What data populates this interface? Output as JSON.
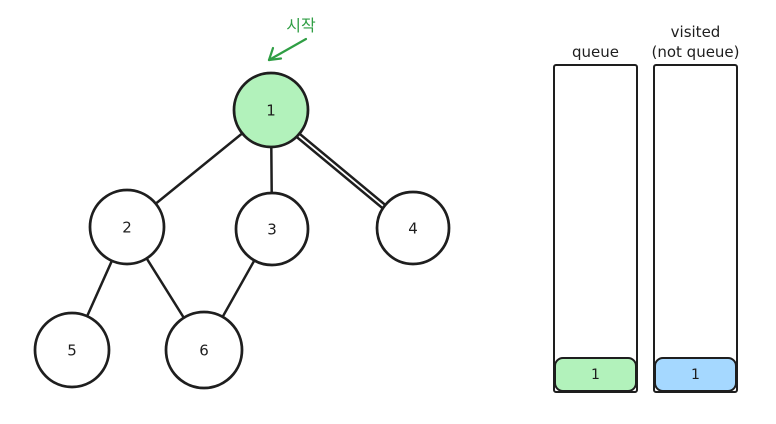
{
  "start_annotation": {
    "label": "시작",
    "color": "#2f9e44"
  },
  "graph": {
    "nodes": [
      {
        "id": "1",
        "fill": "#b2f2bb"
      },
      {
        "id": "2",
        "fill": "#ffffff"
      },
      {
        "id": "3",
        "fill": "#ffffff"
      },
      {
        "id": "4",
        "fill": "#ffffff"
      },
      {
        "id": "5",
        "fill": "#ffffff"
      },
      {
        "id": "6",
        "fill": "#ffffff"
      }
    ],
    "edges": [
      "1-2",
      "1-3",
      "1-4",
      "2-5",
      "2-6",
      "3-6"
    ]
  },
  "panels": [
    {
      "name": "queue",
      "label_lines": [
        "queue"
      ],
      "items": [
        {
          "value": "1",
          "fill": "#b2f2bb"
        }
      ]
    },
    {
      "name": "visited",
      "label_lines": [
        "visited",
        "(not queue)"
      ],
      "items": [
        {
          "value": "1",
          "fill": "#a5d8ff"
        }
      ]
    }
  ],
  "colors": {
    "stroke": "#1e1e1e",
    "background": "#ffffff",
    "queue_highlight_green": "#b2f2bb",
    "visited_blue": "#a5d8ff",
    "annotation_green": "#2f9e44"
  }
}
